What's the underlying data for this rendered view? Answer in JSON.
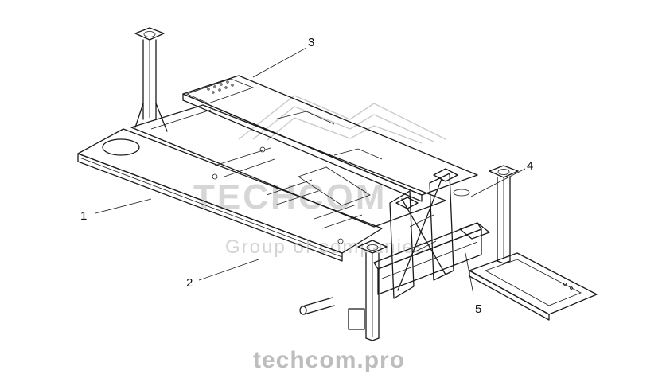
{
  "callouts": [
    {
      "label": "1"
    },
    {
      "label": "2"
    },
    {
      "label": "3"
    },
    {
      "label": "4"
    },
    {
      "label": "5"
    }
  ],
  "watermark": {
    "brand": "TECHCOM",
    "tagline": "Group of companies",
    "footer": "techcom.pro"
  },
  "colors": {
    "line": "#1a1a1a",
    "watermark": "#c9c9c9",
    "background": "#ffffff"
  }
}
